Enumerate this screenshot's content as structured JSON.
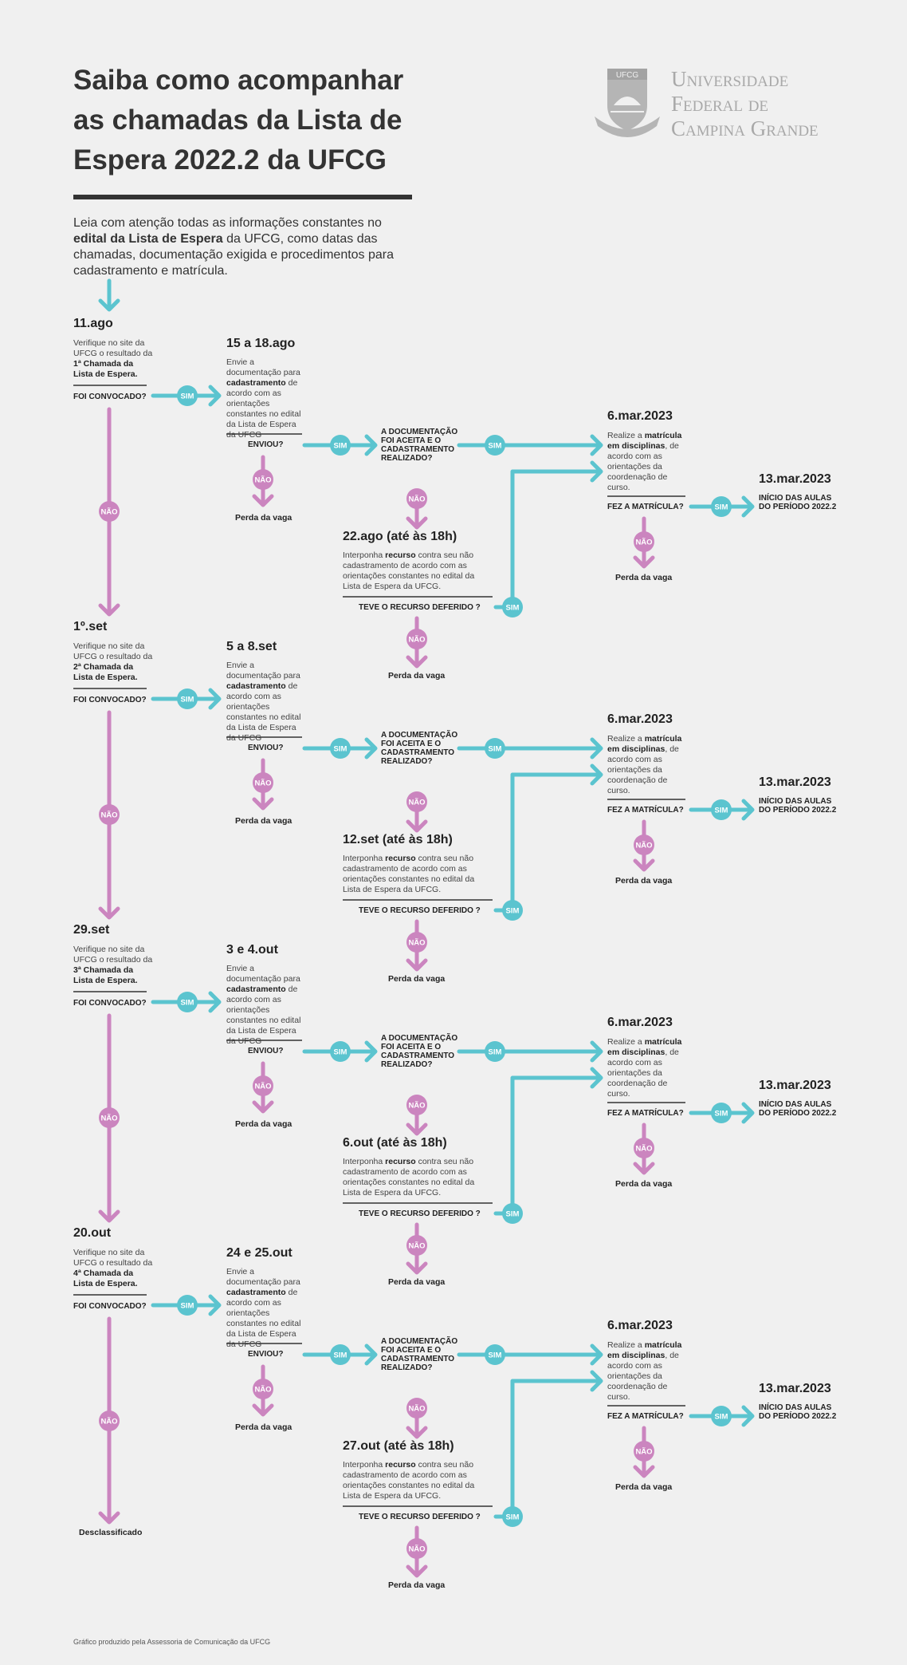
{
  "header": {
    "title_lines": [
      "Saiba como acompanhar",
      "as chamadas da Lista de",
      "Espera 2022.2 da UFCG"
    ],
    "intro_plain_1": "Leia com atenção todas as informações constantes no",
    "intro_bold": "edital da Lista de Espera",
    "intro_plain_2": " da UFCG, como datas das chamadas, documentação exigida e procedimentos para cadastramento e matrícula."
  },
  "logo": {
    "seal_text": "UFCG",
    "name_lines": [
      "Universidade",
      "Federal de",
      "Campina Grande"
    ]
  },
  "colors": {
    "teal": "#5bc4cf",
    "pink": "#cb85bf",
    "dark": "#333333",
    "background": "#f0f0f0"
  },
  "common": {
    "foi_convocado": "FOI CONVOCADO?",
    "sim": "SIM",
    "nao": "NÃO",
    "enviou": "ENVIOU?",
    "perda": "Perda da vaga",
    "doc_aceita": "A DOCUMENTAÇÃO FOI ACEITA E O CADASTRAMENTO REALIZADO?",
    "recurso_q": "TEVE O RECURSO DEFERIDO ?",
    "fez_matricula": "FEZ A MATRÍCULA?",
    "matricula_date": "6.mar.2023",
    "aulas_date": "13.mar.2023",
    "aulas_text": "INÍCIO DAS AULAS DO PERÍODO 2022.2",
    "envie_pre": "Envie a documentação para ",
    "envie_bold": "cadastramento",
    "envie_post": " de acordo com as orientações constantes no edital da Lista de Espera da UFCG",
    "recurso_pre": "Interponha ",
    "recurso_bold": "recurso",
    "recurso_post": " contra seu não cadastramento de acordo com as orientações constantes no edital da Lista de Espera da UFCG.",
    "matricula_pre": "Realize a ",
    "matricula_bold": "matrícula em disciplinas",
    "matricula_post": ", de acordo com as orientações da coordenação de curso.",
    "verifique_pre": "Verifique no site da UFCG o resultado da "
  },
  "calls": [
    {
      "date": "11.ago",
      "call_label": "1ª Chamada da Lista de Espera.",
      "docs_date": "15 a 18.ago",
      "recurso_date": "22.ago (até às 18h)"
    },
    {
      "date": "1º.set",
      "call_label": "2ª Chamada da Lista de Espera.",
      "docs_date": "5 a 8.set",
      "recurso_date": "12.set (até às 18h)"
    },
    {
      "date": "29.set",
      "call_label": "3ª Chamada da Lista de Espera.",
      "docs_date": "3 e 4.out",
      "recurso_date": "6.out (até às 18h)"
    },
    {
      "date": "20.out",
      "call_label": "4ª Chamada da Lista de Espera.",
      "docs_date": "24 e 25.out",
      "recurso_date": "27.out (até às 18h)"
    }
  ],
  "final": "Desclassificado",
  "footer": "Gráfico produzido pela Assessoria de Comunicação da UFCG"
}
